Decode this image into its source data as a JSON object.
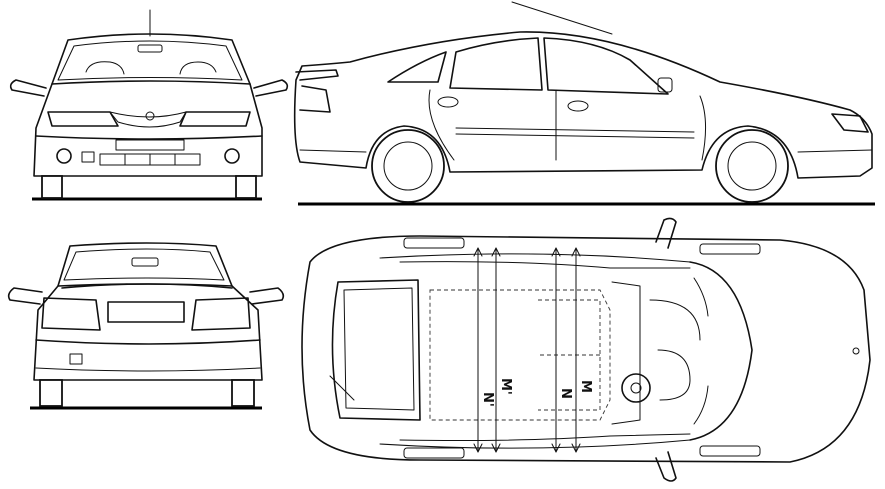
{
  "views": [
    "front",
    "side",
    "rear",
    "top"
  ],
  "dimension_marks": {
    "top_left_pair": [
      "N",
      "M"
    ],
    "top_right_pair": [
      "N",
      "M"
    ],
    "top_left_prime": "N'",
    "top_left_m_prime": "M'"
  },
  "line_color": "#111111",
  "background": "#ffffff"
}
